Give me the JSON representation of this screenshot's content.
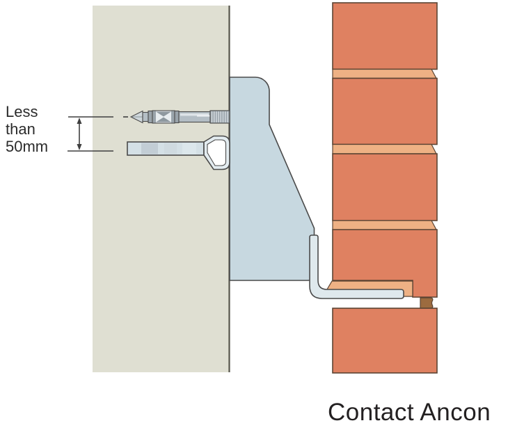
{
  "labels": {
    "dimension": {
      "line1": "Less",
      "line2": "than",
      "line3": "50mm"
    },
    "caption": "Contact Ancon"
  },
  "colors": {
    "background": "#ffffff",
    "concrete_wall": "#dfdfd2",
    "wall_edge": "#55544a",
    "bracket": "#c7d8e0",
    "shelf_angle": "#dfe9ed",
    "tie_strap": "#d4e0e6",
    "tie_strap_band_dark": "#c2cdd5",
    "tie_strap_band_mid": "#cfdae0",
    "tie_strap_band_light": "#dce7ec",
    "tie_loop": "#e3ecf0",
    "brick": "#df8161",
    "mortar_joint": "#eeb184",
    "joint_filler": "#9c6b3f",
    "brick_outline": "#5b4433",
    "metal_outline": "#4a4a4a",
    "bolt_body": "#b4bec5",
    "bolt_collar": "#9aa4ab",
    "bolt_sleeve_face": "#e8edf0",
    "bolt_sleeve_dark": "#8e989f",
    "bolt_tip": "#cfd7db",
    "bolt_thread": "#98a2a9",
    "dimension_line": "#3f3f3f",
    "text": "#2b2b2b"
  }
}
